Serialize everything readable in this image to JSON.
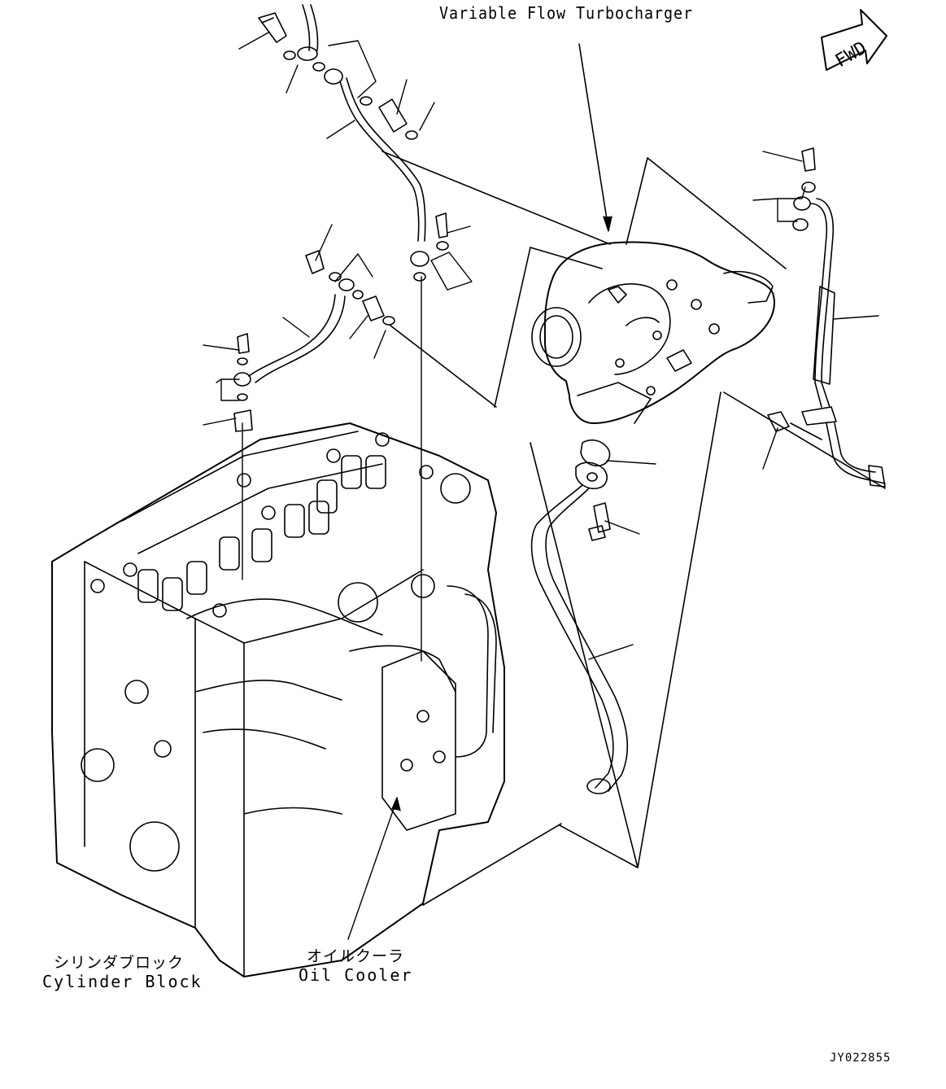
{
  "labels": {
    "turbocharger": "Variable Flow Turbocharger",
    "fwd": "FWD",
    "cylinder_block_jp": "シリンダブロック",
    "cylinder_block_en": "Cylinder Block",
    "oil_cooler_jp": "オイルクーラ",
    "oil_cooler_en": "Oil Cooler",
    "drawing_code": "JY022855"
  }
}
